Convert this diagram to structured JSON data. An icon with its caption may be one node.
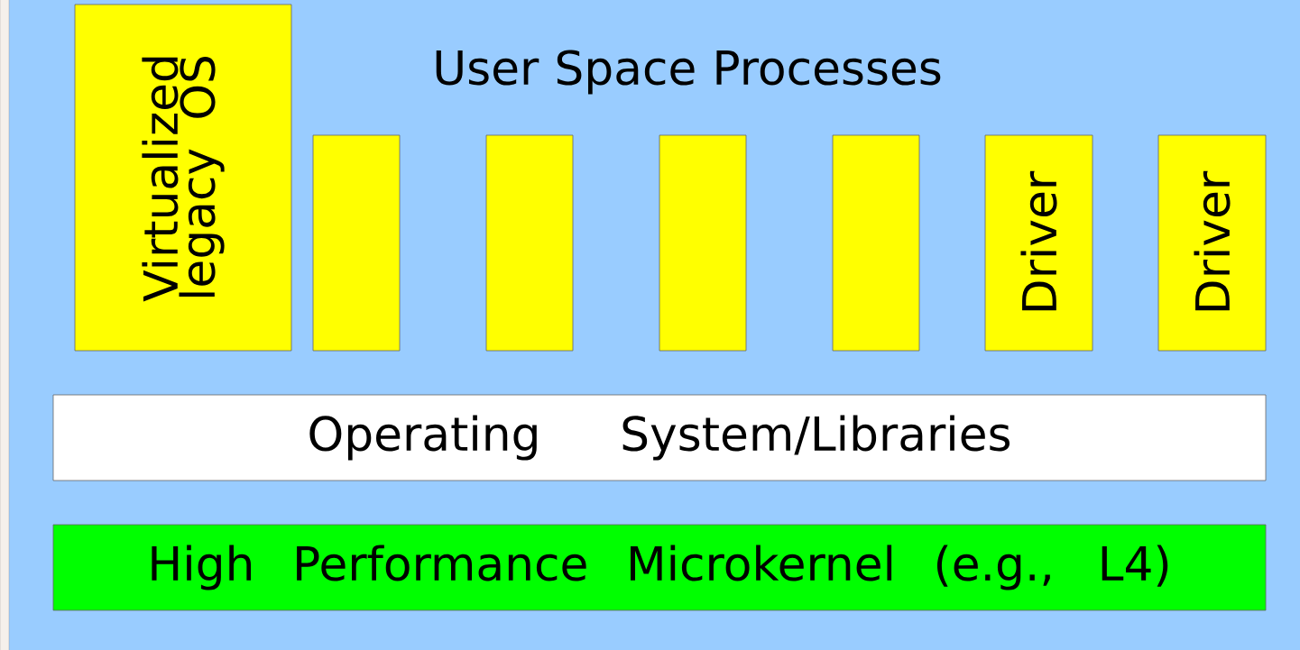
{
  "diagram": {
    "nodes": [
      {
        "text": [
          "Virtualized legacy OS"
        ]
      },
      {
        "text": [],
        "shape": "box"
      },
      {
        "text": [],
        "shape": "box"
      },
      {
        "text": [],
        "shape": "box"
      },
      {
        "text": [],
        "shape": "box"
      },
      {
        "text": [
          "Driver"
        ]
      },
      {
        "text": [
          "Driver"
        ]
      },
      {
        "text": [
          "Operating System/Libraries"
        ]
      },
      {
        "text": [
          "High Performance Microkernel (e.g., L4)"
        ]
      }
    ],
    "edges": [],
    "labels": [
      "User Space Processes"
    ]
  }
}
